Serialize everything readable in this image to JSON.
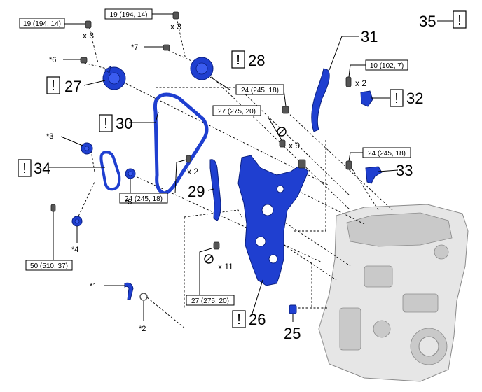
{
  "torque_specs": {
    "t1": "19 (194, 14)",
    "t2": "19 (194, 14)",
    "t3": "10 (102, 7)",
    "t4": "24 (245, 18)",
    "t5": "27 (275, 20)",
    "t6": "24 (245, 18)",
    "t7": "24 (245, 18)",
    "t8": "50 (510, 37)",
    "t9": "27 (275, 20)"
  },
  "quantities": {
    "q1": "x 3",
    "q2": "x 3",
    "q3": "x 2",
    "q4": "x 9",
    "q5": "x 2",
    "q6": "x 11"
  },
  "star_labels": {
    "s1": "*1",
    "s2": "*2",
    "s3": "*3",
    "s4": "*4",
    "s5": "*5",
    "s6": "*6",
    "s7": "*7"
  },
  "part_numbers": {
    "p25": "25",
    "p26": "26",
    "p27": "27",
    "p28": "28",
    "p29": "29",
    "p30": "30",
    "p31": "31",
    "p32": "32",
    "p33": "33",
    "p34": "34",
    "p35": "35"
  },
  "notice_symbol": "!",
  "colors": {
    "part_blue": "#1f3fd0",
    "engine_gray": "#e6e6e6"
  },
  "icons": {
    "notice": "exclamation-box-icon",
    "no_reuse": "prohibited-circle-icon"
  }
}
